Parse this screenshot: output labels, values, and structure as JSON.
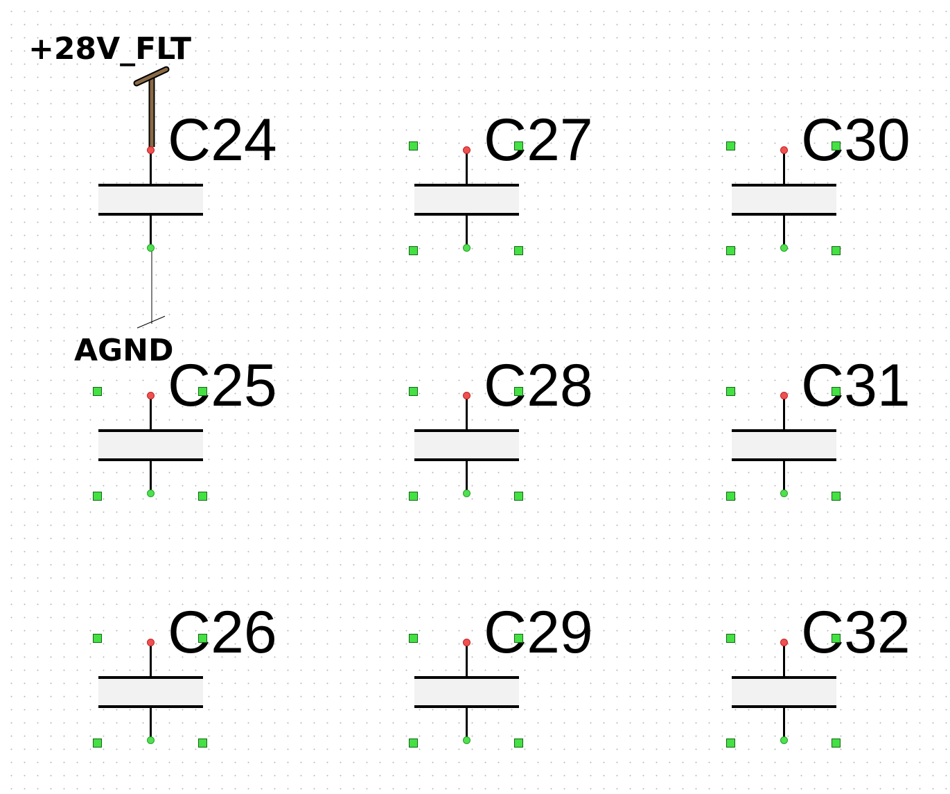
{
  "nets": {
    "power": "+28V_FLT",
    "ground": "AGND"
  },
  "components": [
    {
      "ref": "C24"
    },
    {
      "ref": "C25"
    },
    {
      "ref": "C26"
    },
    {
      "ref": "C27"
    },
    {
      "ref": "C28"
    },
    {
      "ref": "C29"
    },
    {
      "ref": "C30"
    },
    {
      "ref": "C31"
    },
    {
      "ref": "C32"
    }
  ],
  "colors": {
    "wire_power": "#8b6a45",
    "pin_positive": "#f05050",
    "pin_negative": "#50e050",
    "selection_handle": "#44e044",
    "dielectric": "#f2f2f2"
  }
}
